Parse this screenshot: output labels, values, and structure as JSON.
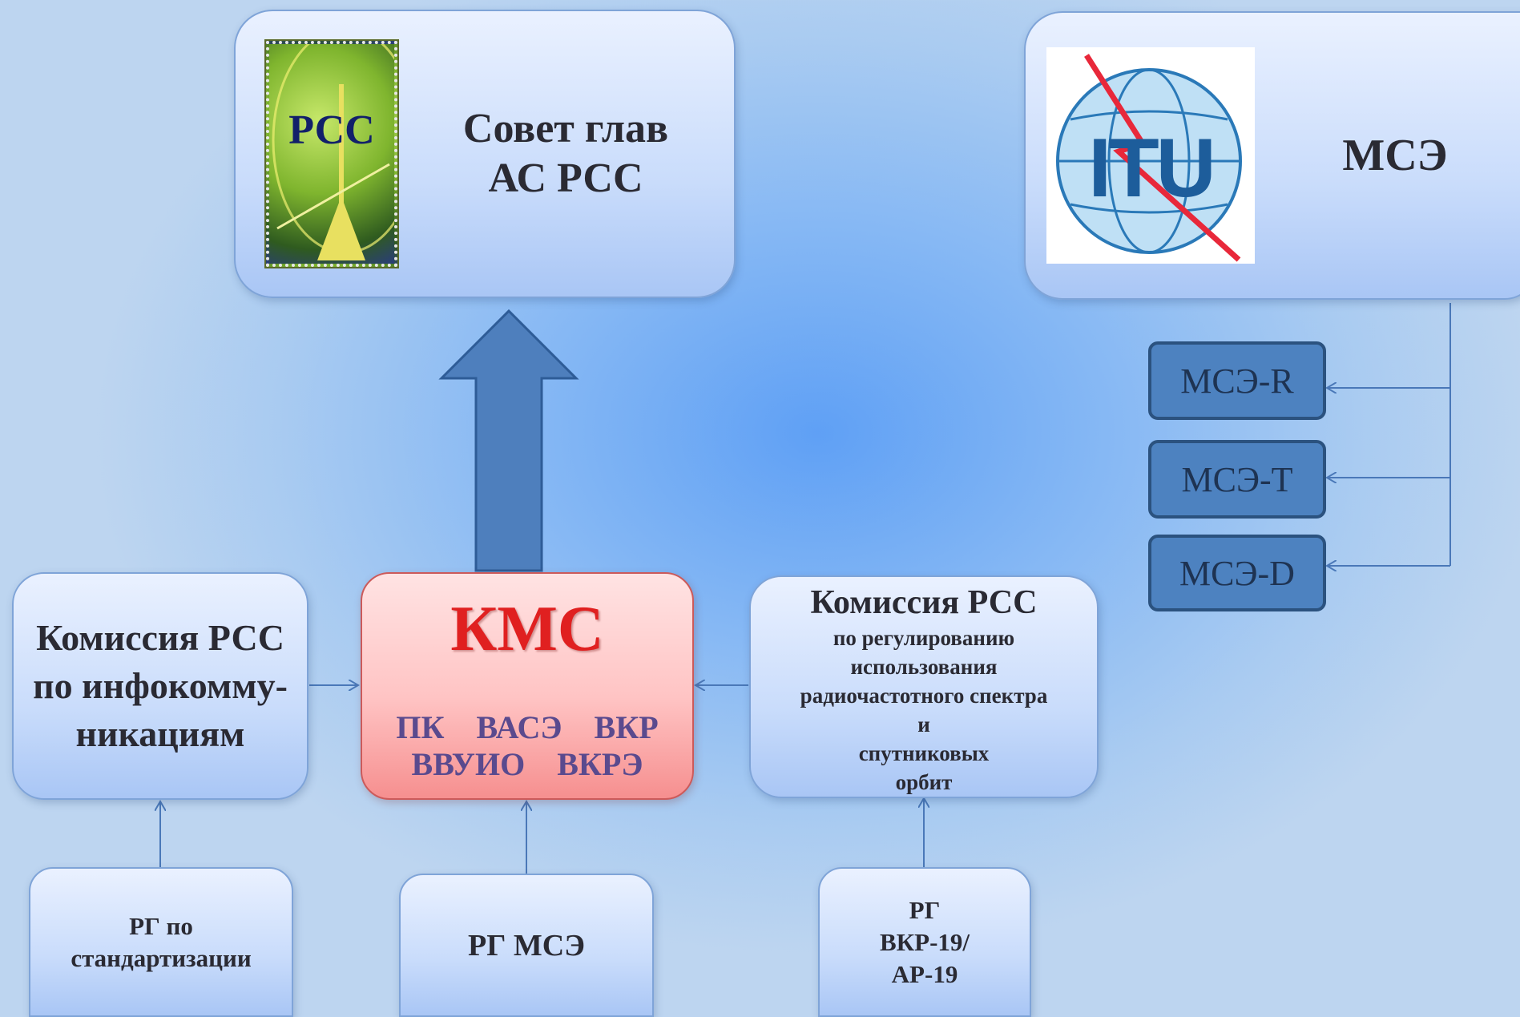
{
  "council": {
    "line1": "Совет глав",
    "line2": "АС РСС",
    "logo_text": "РСС"
  },
  "itu": {
    "logo_text": "ITU",
    "label": "МСЭ"
  },
  "itu_sectors": [
    "МСЭ-R",
    "МСЭ-T",
    "МСЭ-D"
  ],
  "kms": {
    "title": "КМС",
    "row1": [
      "ПК",
      "ВАСЭ",
      "ВКР"
    ],
    "row2": [
      "ВВУИО",
      "ВКРЭ"
    ]
  },
  "left_commission": {
    "text": "Комиссия РСС по инфокомму-никациям"
  },
  "right_commission": {
    "title": "Комиссия РСС",
    "lines": [
      "по регулированию",
      "использования",
      "радиочастотного спектра",
      "и",
      "спутниковых",
      "орбит"
    ]
  },
  "bottom": {
    "left": [
      "РГ по",
      "стандартизации"
    ],
    "center": "РГ МСЭ",
    "right": [
      "РГ",
      "ВКР-19/",
      "АР-19"
    ]
  },
  "colors": {
    "arrow": "#4e7fbd",
    "kms_title": "#e02020",
    "connector": "#4a78b8"
  }
}
